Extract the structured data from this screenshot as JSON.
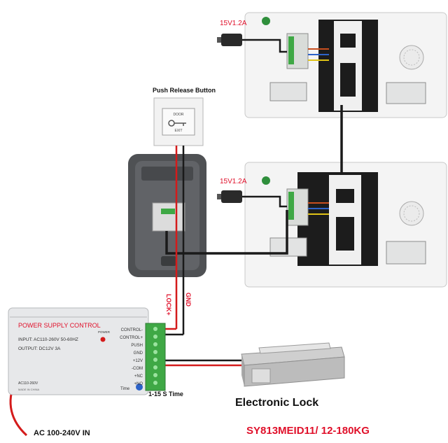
{
  "labels": {
    "adapter_top": "15V1.2A",
    "adapter_bottom": "15V1.2A",
    "push_release": "Push Release Button",
    "button_face_line1": "DOOR",
    "button_face_line2": "EXIT",
    "gnd": "GND",
    "lock_plus": "LOCK+",
    "psu_title": "POWER SUPPLY CONTROL",
    "psu_input": "INPUT: AC110-260V 50-60HZ",
    "psu_output": "OUTPUT: DC12V  3A",
    "psu_power": "POWER",
    "psu_ac": "AC110-260V",
    "psu_made": "MADE IN CHINA",
    "psu_time": "Time",
    "terminals": [
      "CONTROL-",
      "CONTROL+",
      "PUSH",
      "GND",
      "+12V",
      "-COM",
      "+NC",
      "+NO"
    ],
    "time_range": "1-15 S Time",
    "ac_in": "AC 100-240V IN",
    "electronic_lock": "Electronic Lock",
    "model": "SY813MEID11/ 12-180KG"
  },
  "colors": {
    "red_text": "#e0102a",
    "wire_black": "#1a1a1a",
    "wire_red": "#d41b1b",
    "monitor_back": "#1c1c1c",
    "panel_dark": "#55575a",
    "psu_body": "#e7e8ea",
    "terminal_green": "#3fa845"
  }
}
